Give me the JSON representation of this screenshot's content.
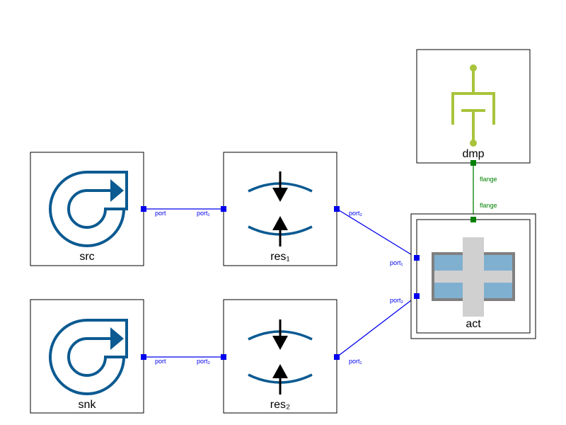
{
  "colors": {
    "fluid_port": "#0000ee",
    "mech_port": "#008000",
    "icon_blue": "#0b5a91",
    "damper_green": "#a8c43c",
    "actuator_fill": "#7fb0d0",
    "actuator_frame": "#808080",
    "actuator_cross": "#d0d0d0"
  },
  "blocks": {
    "src": {
      "label": "src",
      "icon": "pump-icon"
    },
    "snk": {
      "label": "snk",
      "icon": "pump-icon"
    },
    "res1": {
      "label": "res₁",
      "icon": "restriction-icon"
    },
    "res2": {
      "label": "res₂",
      "icon": "restriction-icon"
    },
    "act": {
      "label": "act",
      "icon": "actuator-icon"
    },
    "dmp": {
      "label": "dmp",
      "icon": "damper-icon"
    }
  },
  "port_labels": {
    "src_port": "port",
    "res1_port1": "port₁",
    "res1_port2": "port₂",
    "snk_port": "port",
    "res2_port2": "port₂",
    "res2_port1": "port₁",
    "act_port1": "port₁",
    "act_port2": "port₂",
    "dmp_flange": "flange",
    "act_flange": "flange"
  }
}
